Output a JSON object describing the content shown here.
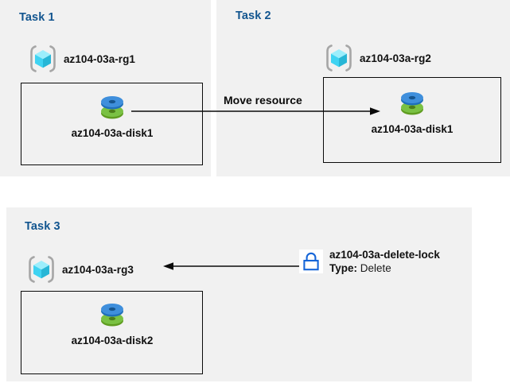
{
  "diagram": {
    "title": "Azure resource tasks diagram",
    "background": "#ffffff",
    "panel_background": "#f1f1f1",
    "task_title_color": "#12558f",
    "label_color": "#101010",
    "accent_lock_color": "#1565d8"
  },
  "tasks": [
    {
      "id": "task1",
      "title": "Task 1",
      "resource_group": {
        "icon": "resource-group-cube-icon",
        "label": "az104-03a-rg1"
      },
      "resources": [
        {
          "icon": "managed-disk-icon",
          "label": "az104-03a-disk1"
        }
      ]
    },
    {
      "id": "task2",
      "title": "Task 2",
      "resource_group": {
        "icon": "resource-group-cube-icon",
        "label": "az104-03a-rg2"
      },
      "resources": [
        {
          "icon": "managed-disk-icon",
          "label": "az104-03a-disk1"
        }
      ]
    },
    {
      "id": "task3",
      "title": "Task 3",
      "resource_group": {
        "icon": "resource-group-cube-icon",
        "label": "az104-03a-rg3"
      },
      "resources": [
        {
          "icon": "managed-disk-icon",
          "label": "az104-03a-disk2"
        }
      ]
    }
  ],
  "connectors": [
    {
      "id": "move-resource",
      "label": "Move resource",
      "direction": "right",
      "from": "az104-03a-disk1 (Task 1)",
      "to": "az104-03a-disk1 (Task 2)"
    },
    {
      "id": "delete-lock-applied-to-rg3",
      "label": "",
      "direction": "left",
      "from": "az104-03a-delete-lock",
      "to": "az104-03a-rg3"
    }
  ],
  "lock": {
    "icon": "lock-icon",
    "name": "az104-03a-delete-lock",
    "type_key": "Type:",
    "type_value": "Delete"
  }
}
